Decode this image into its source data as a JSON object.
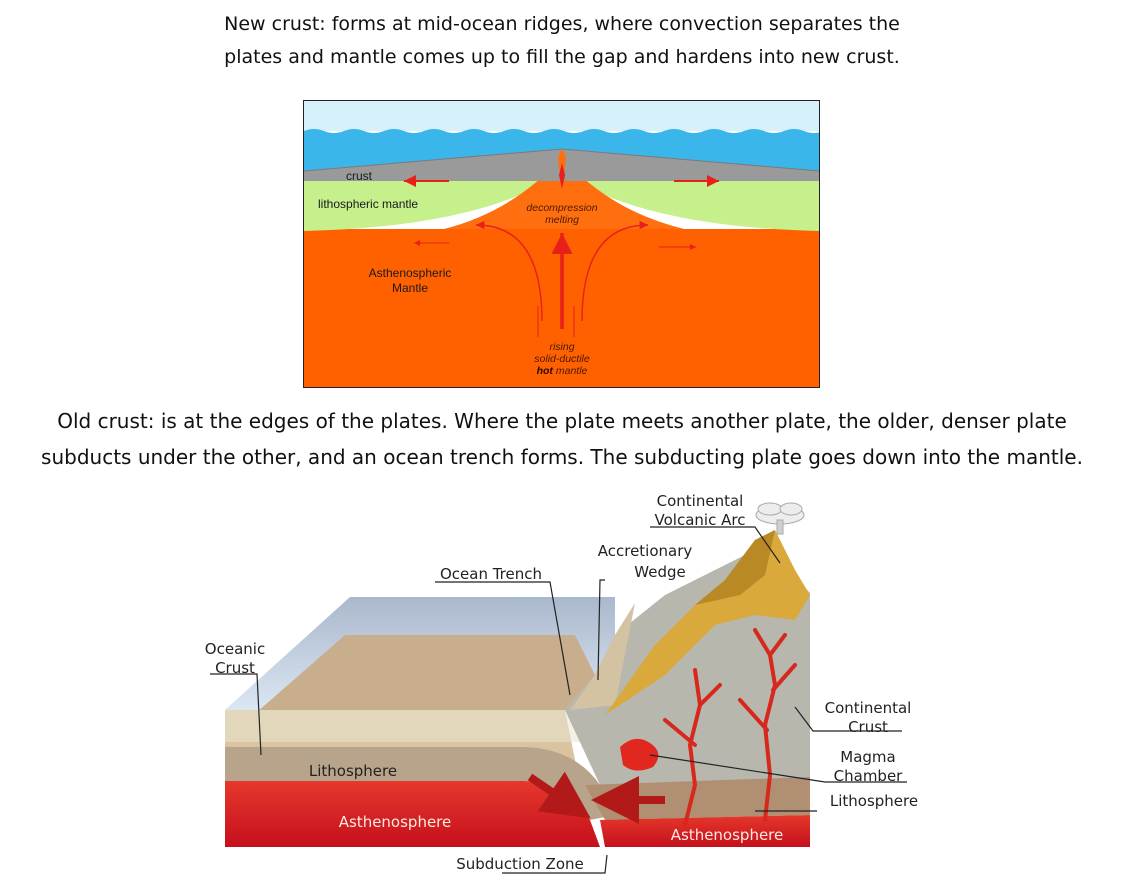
{
  "intro_new_crust": {
    "line1": "New crust: forms at mid-ocean ridges, where convection separates the",
    "line2": "plates and mantle comes up to fill the gap and hardens into new crust."
  },
  "ridge_diagram": {
    "crust": "crust",
    "lithospheric_mantle": "lithospheric mantle",
    "decompression_line1": "decompression",
    "decompression_line2": "melting",
    "asthenospheric_line1": "Asthenospheric",
    "asthenospheric_line2": "Mantle",
    "rising_line1": "rising",
    "rising_line2": "solid-ductile",
    "rising_line3_bold": "hot",
    "rising_line3_rest": " mantle",
    "colors": {
      "ocean": "#3bb6ea",
      "crust": "#9a9a9a",
      "lithosphere": "#c6f08c",
      "mantle": "#ff6000",
      "arrows": "#e8201a"
    }
  },
  "intro_old_crust": {
    "line1": "Old crust: is at the edges of the plates. Where the plate meets another plate, the older, denser plate",
    "line2": "subducts under the other, and an ocean trench forms. The subducting plate goes down into the mantle."
  },
  "subduction_diagram": {
    "continental_volcanic_arc_line1": "Continental",
    "continental_volcanic_arc_line2": "Volcanic Arc",
    "accretionary_wedge_line1": "Accretionary",
    "accretionary_wedge_line2": "Wedge",
    "ocean_trench": "Ocean Trench",
    "oceanic_crust_line1": "Oceanic",
    "oceanic_crust_line2": "Crust",
    "continental_crust_line1": "Continental",
    "continental_crust_line2": "Crust",
    "magma_chamber_line1": "Magma",
    "magma_chamber_line2": "Chamber",
    "lithosphere_right": "Lithosphere",
    "lithosphere_left": "Lithosphere",
    "asthenosphere_left": "Asthenosphere",
    "asthenosphere_right": "Asthenosphere",
    "subduction_zone": "Subduction Zone",
    "colors": {
      "ocean": "#c9d9ee",
      "seafloor": "#c8ae8c",
      "continent": "#b5b5ac",
      "mountain": "#d9a93c",
      "magma": "#e0281e",
      "asthenosphere": "#e3262a"
    }
  }
}
